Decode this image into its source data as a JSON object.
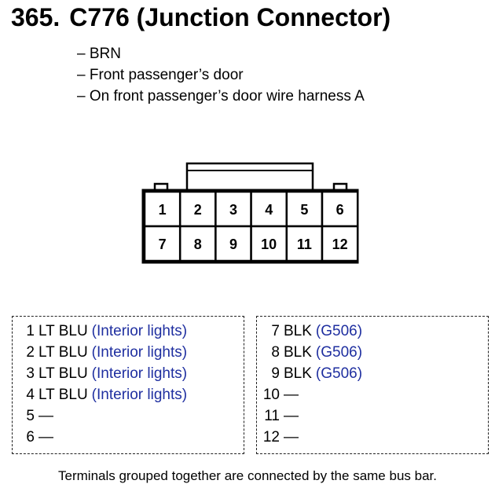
{
  "header": {
    "number": "365.",
    "title": "C776 (Junction Connector)"
  },
  "description": [
    "– BRN",
    "– Front passenger’s door",
    "– On front passenger’s door wire harness A"
  ],
  "connector": {
    "top_row": [
      "1",
      "2",
      "3",
      "4",
      "5",
      "6"
    ],
    "bottom_row": [
      "7",
      "8",
      "9",
      "10",
      "11",
      "12"
    ]
  },
  "pins_left": [
    {
      "pin": "1",
      "wire": "LT BLU",
      "circuit": "(Interior lights)"
    },
    {
      "pin": "2",
      "wire": "LT BLU",
      "circuit": "(Interior lights)"
    },
    {
      "pin": "3",
      "wire": "LT BLU",
      "circuit": "(Interior lights)"
    },
    {
      "pin": "4",
      "wire": "LT BLU",
      "circuit": "(Interior lights)"
    },
    {
      "pin": "5",
      "wire": "—",
      "circuit": ""
    },
    {
      "pin": "6",
      "wire": "—",
      "circuit": ""
    }
  ],
  "pins_right": [
    {
      "pin": "7",
      "wire": "BLK",
      "circuit": "(G506)"
    },
    {
      "pin": "8",
      "wire": "BLK",
      "circuit": "(G506)"
    },
    {
      "pin": "9",
      "wire": "BLK",
      "circuit": "(G506)"
    },
    {
      "pin": "10",
      "wire": "—",
      "circuit": ""
    },
    {
      "pin": "11",
      "wire": "—",
      "circuit": ""
    },
    {
      "pin": "12",
      "wire": "—",
      "circuit": ""
    }
  ],
  "footer": "Terminals grouped together are connected by the same bus bar.",
  "colors": {
    "circuit_text": "#1f2fa0",
    "line": "#000000"
  }
}
